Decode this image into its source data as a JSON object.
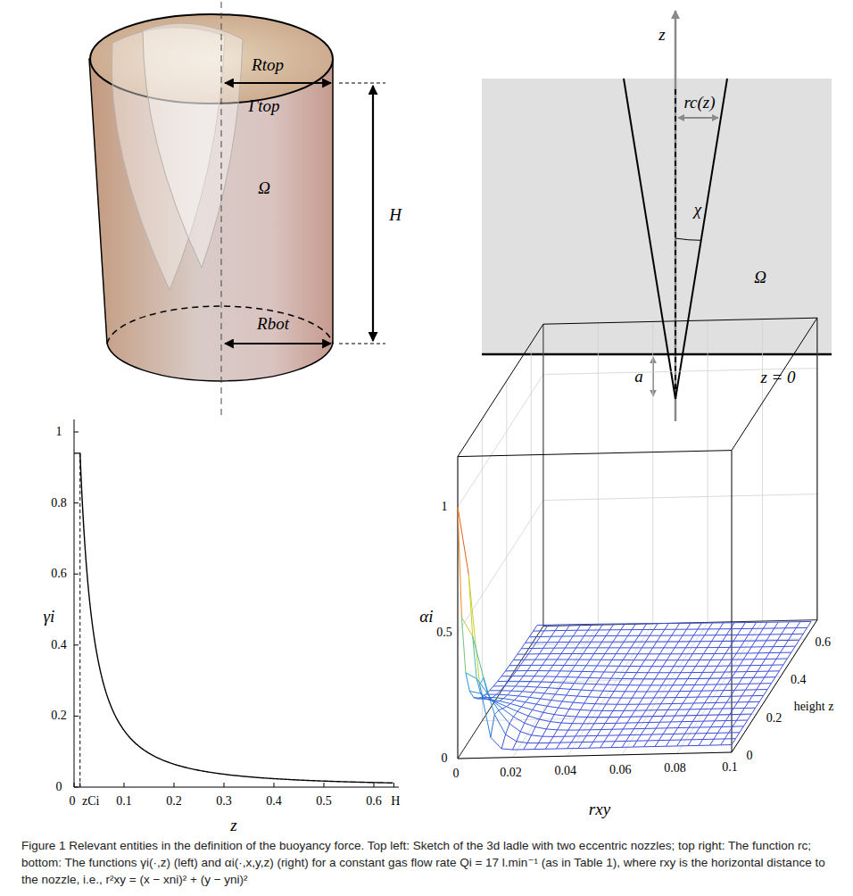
{
  "diagram": {
    "caption": "Figure 1 Relevant entities in the definition of the buoyancy force. Top left: Sketch of the 3d ladle with two eccentric nozzles; top right: The function rc; bottom: The functions γi(·,z) (left) and αi(·,x,y,z) (right) for a constant gas flow rate Qi = 17 l.min⁻¹ (as in Table 1), where rxy is the horizontal distance to the nozzle, i.e., r²xy = (x − xni)² + (y − yni)²",
    "labels": [
      "Rtop",
      "Γtop",
      "Ω",
      "H",
      "Rbot",
      "z",
      "rc(z)",
      "χ",
      "Ω",
      "a",
      "z = 0",
      "1",
      "0.8",
      "0.6",
      "0.4",
      "0.2",
      "0",
      "0",
      "zCi",
      "0.1",
      "0.2",
      "0.3",
      "0.4",
      "0.5",
      "0.6",
      "H",
      "γi",
      "z",
      "1",
      "0.5",
      "0",
      "0",
      "0.02",
      "0.04",
      "0.06",
      "0.08",
      "0.1",
      "0",
      "0.2",
      "0.4",
      "0.6",
      "rxy",
      "height z",
      "αi"
    ]
  }
}
